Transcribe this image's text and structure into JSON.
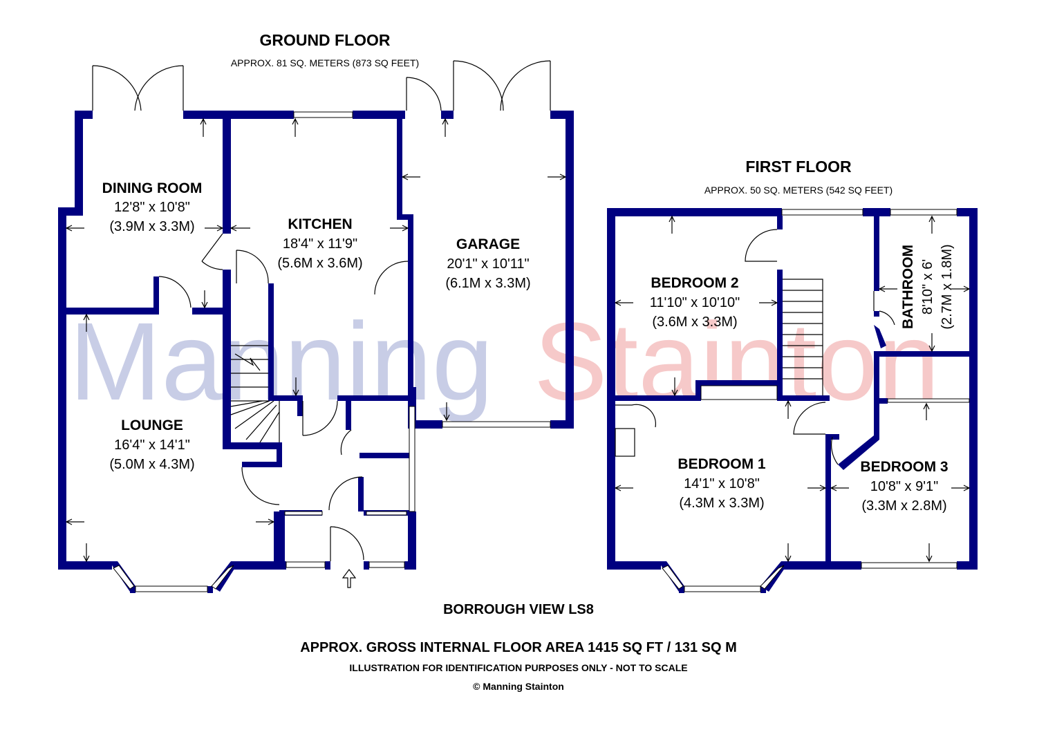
{
  "watermark": {
    "part1": "Manning",
    "part2": "Stainton",
    "color1": "#c8cde6",
    "color2": "#f6c9c9"
  },
  "colors": {
    "wall": "#000080"
  },
  "ground_floor": {
    "title": "GROUND FLOOR",
    "area": "APPROX. 81 SQ. METERS (873 SQ FEET)",
    "rooms": [
      {
        "name": "DINING ROOM",
        "imperial": "12'8\" x 10'8\"",
        "metric": "(3.9M x 3.3M)"
      },
      {
        "name": "KITCHEN",
        "imperial": "18'4\" x 11'9\"",
        "metric": "(5.6M x 3.6M)"
      },
      {
        "name": "GARAGE",
        "imperial": "20'1\" x 10'11\"",
        "metric": "(6.1M x 3.3M)"
      },
      {
        "name": "LOUNGE",
        "imperial": "16'4\" x 14'1\"",
        "metric": "(5.0M x 4.3M)"
      }
    ]
  },
  "first_floor": {
    "title": "FIRST FLOOR",
    "area": "APPROX. 50 SQ. METERS (542 SQ FEET)",
    "rooms": [
      {
        "name": "BEDROOM 2",
        "imperial": "11'10\" x 10'10\"",
        "metric": "(3.6M x 3.3M)"
      },
      {
        "name": "BATHROOM",
        "imperial": "8'10\" x 6'",
        "metric": "(2.7M x 1.8M)"
      },
      {
        "name": "BEDROOM 1",
        "imperial": "14'1\" x 10'8\"",
        "metric": "(4.3M x 3.3M)"
      },
      {
        "name": "BEDROOM 3",
        "imperial": "10'8\" x 9'1\"",
        "metric": "(3.3M x 2.8M)"
      }
    ]
  },
  "footer": {
    "address": "BORROUGH VIEW LS8",
    "gross_area": "APPROX. GROSS INTERNAL FLOOR AREA 1415 SQ FT / 131 SQ M",
    "disclaimer": "ILLUSTRATION FOR IDENTIFICATION PURPOSES ONLY - NOT TO SCALE",
    "copyright": "© Manning Stainton"
  }
}
